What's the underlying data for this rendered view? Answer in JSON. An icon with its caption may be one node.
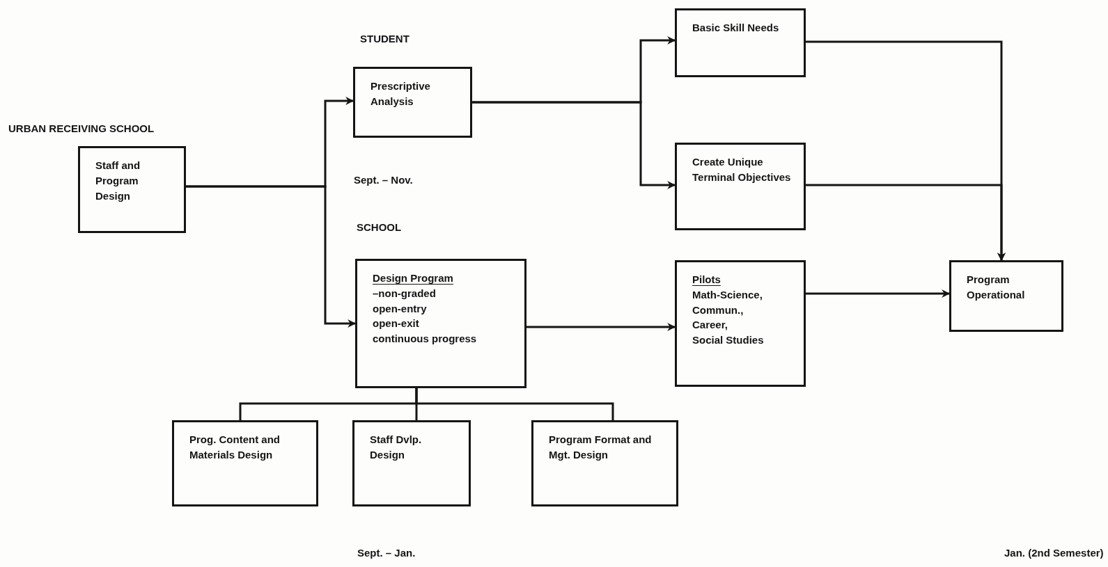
{
  "diagram": {
    "nodes": [
      {
        "text": [
          "Staff and Program Design"
        ]
      },
      {
        "text": [
          "Prescriptive Analysis"
        ]
      },
      {
        "text": [
          "Basic Skill Needs"
        ]
      },
      {
        "text": [
          "Create Unique Terminal Objectives"
        ]
      },
      {
        "text": [
          "Design Program",
          "–non-graded",
          "open-entry",
          "open-exit",
          "continuous progress"
        ]
      },
      {
        "text": [
          "Pilots",
          "Math-Science,",
          "Commun.,",
          "Career,",
          "Social Studies"
        ]
      },
      {
        "text": [
          "Program Operational"
        ]
      },
      {
        "text": [
          "Prog. Content and Materials Design"
        ]
      },
      {
        "text": [
          "Staff Dvlp. Design"
        ]
      },
      {
        "text": [
          "Program Format and Mgt. Design"
        ]
      }
    ],
    "edges": [
      {
        "from": 0,
        "to": 1,
        "arrow": "to"
      },
      {
        "from": 0,
        "to": 4,
        "arrow": "to"
      },
      {
        "from": 1,
        "to": 2,
        "arrow": "to"
      },
      {
        "from": 1,
        "to": 3,
        "arrow": "to"
      },
      {
        "from": 2,
        "to": 6,
        "arrow": "to"
      },
      {
        "from": 3,
        "to": 6,
        "arrow": "to"
      },
      {
        "from": 4,
        "to": 5,
        "arrow": "to"
      },
      {
        "from": 5,
        "to": 6,
        "arrow": "to"
      },
      {
        "from": 4,
        "to": 7,
        "arrow": "none"
      },
      {
        "from": 4,
        "to": 8,
        "arrow": "none"
      },
      {
        "from": 4,
        "to": 9,
        "arrow": "none"
      }
    ],
    "labels": [
      "URBAN RECEIVING SCHOOL",
      "STUDENT",
      "Sept. – Nov.",
      "SCHOOL",
      "Sept. – Jan.",
      "Jan. (2nd Semester)"
    ]
  }
}
